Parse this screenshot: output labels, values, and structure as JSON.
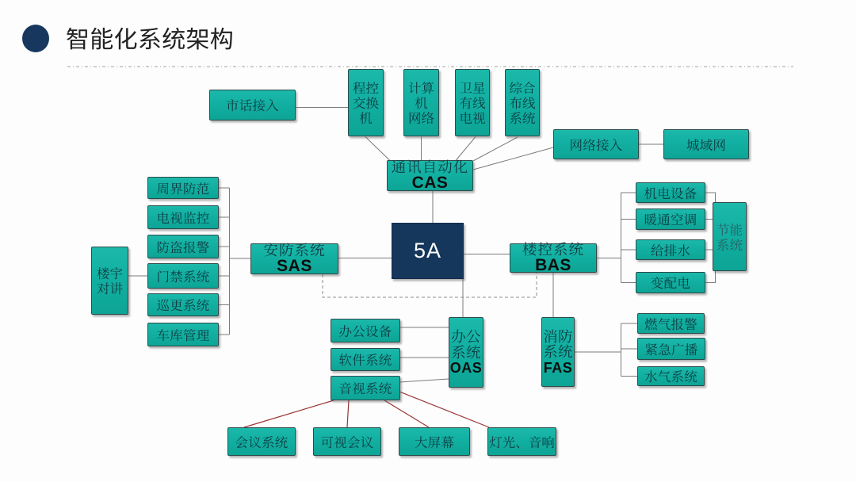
{
  "slide": {
    "title": "智能化系统架构"
  },
  "colors": {
    "box_fill": "#12b1a3",
    "box_border": "#2e4b4a",
    "core_fill": "#16375c",
    "line_gray": "#7c7c7c",
    "line_red": "#9a3434",
    "title_bullet": "#17375e",
    "box_text": "#0f3b41",
    "energy_text": "#2a5f63"
  },
  "core": {
    "label": "5A"
  },
  "systems": {
    "cas": {
      "name": "通讯自动化",
      "abbr": "CAS"
    },
    "sas": {
      "name": "安防系统",
      "abbr": "SAS"
    },
    "bas": {
      "name": "楼控系统",
      "abbr": "BAS"
    },
    "oas": {
      "name": "办公\n系统",
      "abbr": "OAS"
    },
    "fas": {
      "name": "消防\n系统",
      "abbr": "FAS"
    }
  },
  "comm": {
    "city_line": "市话接入",
    "pbx": "程控\n交换\n机",
    "computer_network": "计算\n机\n网络",
    "satellite_catv": "卫星\n有线\n电视",
    "structured_cabling": "综合\n布线\n系统",
    "network_access": "网络接入",
    "man": "城域网"
  },
  "security": {
    "intercom": "楼宇\n对讲",
    "items": [
      "周界防范",
      "电视监控",
      "防盗报警",
      "门禁系统",
      "巡更系统",
      "车库管理"
    ]
  },
  "building": {
    "items": [
      "机电设备",
      "暖通空调",
      "给排水",
      "变配电"
    ],
    "energy_saving": "节能\n系统"
  },
  "office": {
    "items": [
      "办公设备",
      "软件系统",
      "音视系统"
    ],
    "av_items": [
      "会议系统",
      "可视会议",
      "大屏幕",
      "灯光、音响"
    ]
  },
  "fire": {
    "items": [
      "燃气报警",
      "紧急广播",
      "水气系统"
    ]
  }
}
